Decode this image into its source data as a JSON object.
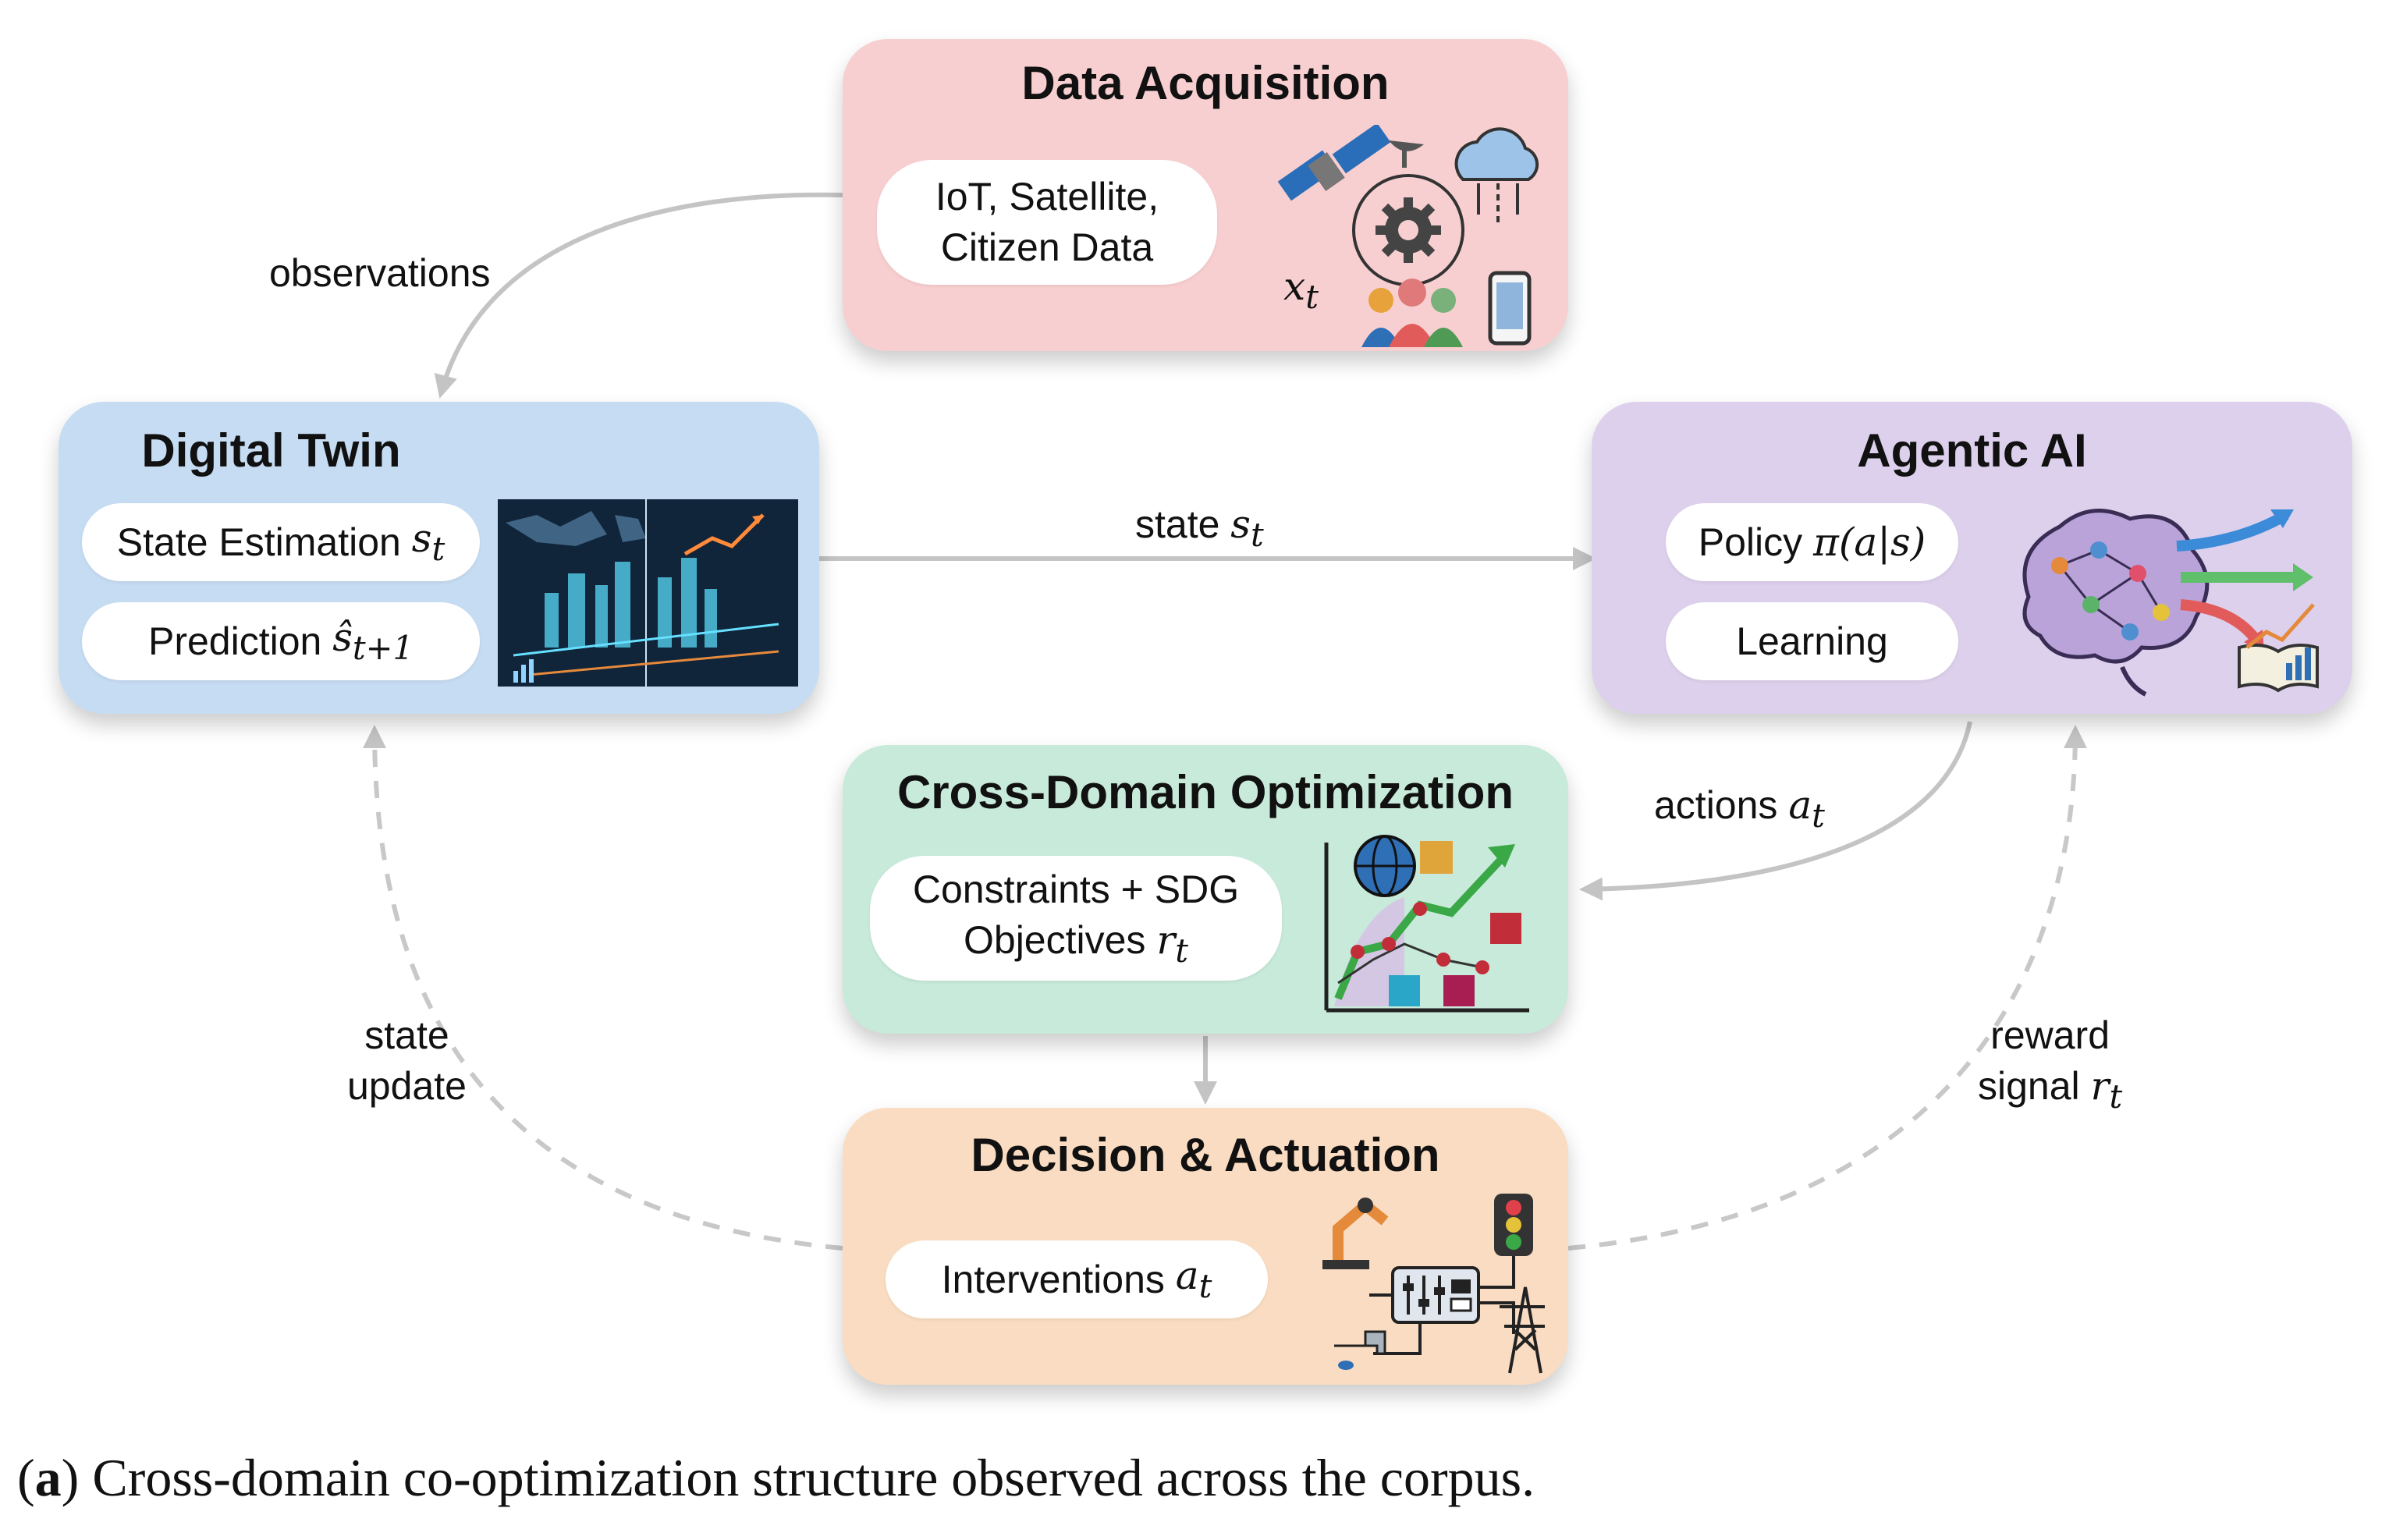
{
  "boxes": {
    "data_acquisition": {
      "title": "Data Acquisition",
      "pill_line1": "IoT, Satellite,",
      "pill_line2": "Citizen Data",
      "var_base": "x",
      "var_sub": "t",
      "color": "#f8cfd0"
    },
    "digital_twin": {
      "title": "Digital Twin",
      "pill1_text": "State Estimation ",
      "pill1_var_base": "s",
      "pill1_var_sub": "t",
      "pill2_text": "Prediction ",
      "pill2_var_base": "ŝ",
      "pill2_var_sub": "t+1",
      "color": "#c6dcf3"
    },
    "agentic_ai": {
      "title": "Agentic AI",
      "pill1_text": "Policy ",
      "pill1_math": "π(a|s)",
      "pill2_text": "Learning",
      "color": "#ddd0ec"
    },
    "cross_domain": {
      "title": "Cross-Domain Optimization",
      "pill_line1": "Constraints + SDG",
      "pill_line2": "Objectives ",
      "var_base": "r",
      "var_sub": "t",
      "color": "#c8eada"
    },
    "decision": {
      "title": "Decision & Actuation",
      "pill_text": "Interventions ",
      "var_base": "a",
      "var_sub": "t",
      "color": "#f9dcc1"
    }
  },
  "edges": {
    "observations": "observations",
    "state_label": "state ",
    "state_var_base": "s",
    "state_var_sub": "t",
    "actions_label": "actions ",
    "actions_var_base": "a",
    "actions_var_sub": "t",
    "state_update_line1": "state",
    "state_update_line2": "update",
    "reward_line1": "reward",
    "reward_line2": "signal ",
    "reward_var_base": "r",
    "reward_var_sub": "t"
  },
  "caption": {
    "tag": "a",
    "text": " Cross-domain co-optimization structure observed across the corpus."
  },
  "colors": {
    "arrow": "#c4c4c4",
    "dashed": "#c8c8c8"
  },
  "icons": {
    "data_acquisition": [
      "satellite-icon",
      "gear-icon",
      "cloud-icon",
      "people-icon",
      "phone-icon"
    ],
    "digital_twin": "city-dashboard-image",
    "agentic_ai": [
      "brain-icon",
      "arrows-icon",
      "chart-book-icon"
    ],
    "cross_domain": [
      "globe-icon",
      "growth-chart-icon",
      "sdg-tiles-icon"
    ],
    "decision": [
      "robot-arm-icon",
      "traffic-light-icon",
      "control-panel-icon",
      "faucet-icon",
      "power-tower-icon"
    ]
  }
}
